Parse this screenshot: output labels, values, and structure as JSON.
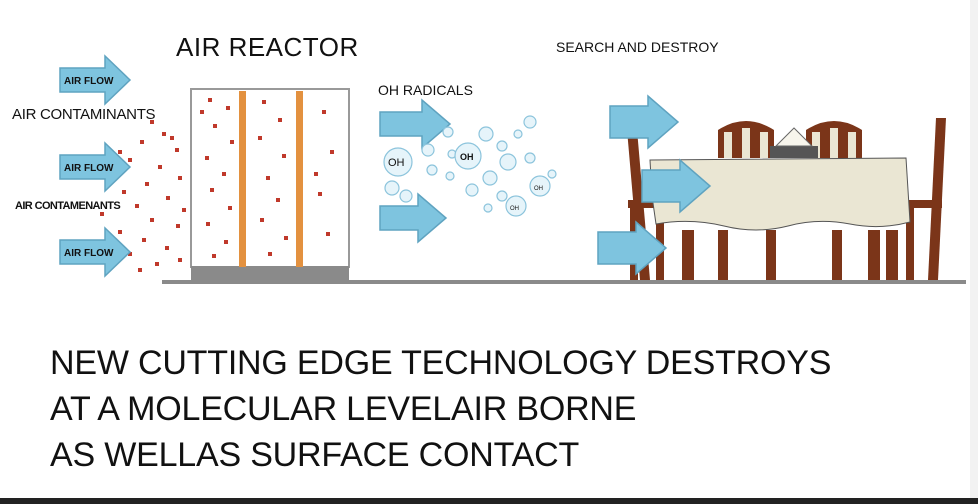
{
  "titles": {
    "air_reactor": "AIR REACTOR",
    "search_destroy": "SEARCH AND DESTROY",
    "oh_radicals": "OH RADICALS"
  },
  "labels": {
    "air_flow": "AIR FLOW",
    "air_contaminants": "AIR CONTAMINANTS",
    "air_contamenants": "AIR CONTAMENANTS",
    "oh": "OH"
  },
  "caption": {
    "line1": "NEW CUTTING EDGE TECHNOLOGY DESTROYS",
    "line2": "AT A MOLECULAR LEVELAIR BORNE",
    "line3": "AS WELLAS SURFACE CONTACT"
  },
  "colors": {
    "arrow_fill": "#7ec4df",
    "arrow_stroke": "#5fa3c0",
    "contaminant": "#c0392b",
    "plate": "#e3913f",
    "wood": "#7b3519",
    "cloth": "#eae6d3",
    "ground": "#8a8a8a"
  }
}
